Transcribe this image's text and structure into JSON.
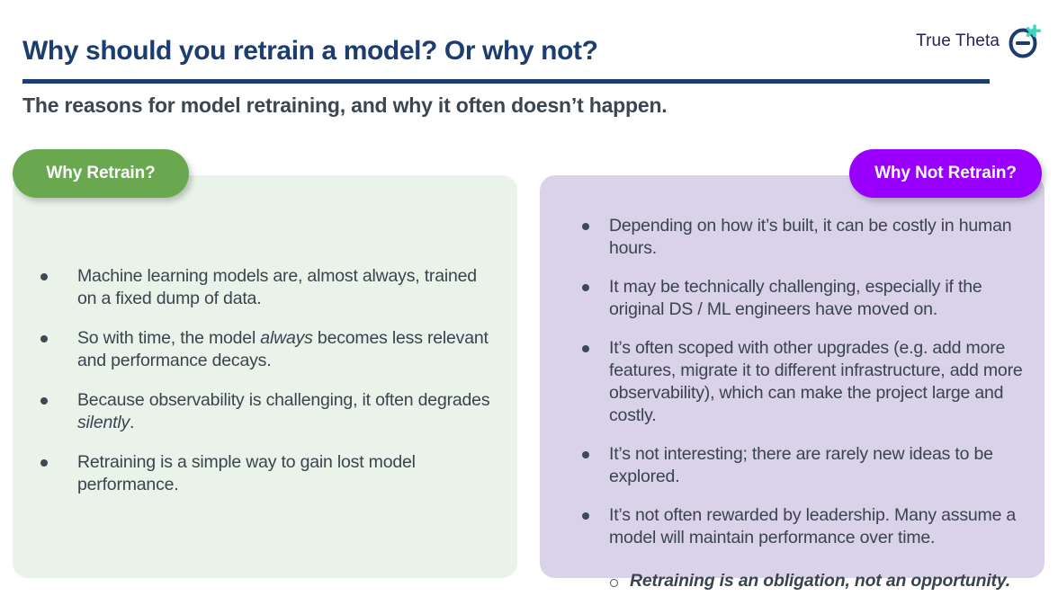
{
  "header": {
    "title": "Why should you retrain a model? Or why not?",
    "subtitle": "The reasons for model retraining, and why it often doesn’t happen.",
    "rule_color": "#1b3d70",
    "title_color": "#1b3d70",
    "subtitle_color": "#3b4651"
  },
  "logo": {
    "wordmark": "True Theta",
    "wordmark_color": "#262262",
    "mark_icon": "theta-symbol-icon",
    "mark_color": "#1b3c6e",
    "accent_icon": "asterisk-icon",
    "accent_color": "#3ad6c0"
  },
  "columns": {
    "left": {
      "badge_label": "Why Retrain?",
      "badge_color": "#6aa84f",
      "panel_color": "#e9f3e9",
      "bullets": [
        {
          "text": "Machine learning models are, almost always, trained on a fixed dump of data.",
          "html": "Machine learning models are, almost always, trained on a fixed dump of data."
        },
        {
          "text": "So with time, the model always becomes less relevant and performance decays.",
          "html": "So with time, the model <em>always</em> becomes less relevant and performance decays."
        },
        {
          "text": "Because observability is challenging, it often degrades silently.",
          "html": "Because observability is challenging, it often degrades <em>silently</em>."
        },
        {
          "text": "Retraining is a simple way to gain lost model performance.",
          "html": "Retraining is a simple way to gain lost model performance."
        }
      ]
    },
    "right": {
      "badge_label": "Why Not Retrain?",
      "badge_color": "#9900ff",
      "panel_color": "#d9d2e8",
      "bullets": [
        {
          "text": "Depending on how it’s built, it can be costly in human hours.",
          "html": "Depending on how it’s built, it can be costly in human hours.",
          "level": 1
        },
        {
          "text": "It may be technically challenging, especially if the original DS / ML engineers have moved on.",
          "html": "It may be technically challenging, especially if the original DS / ML engineers have moved on.",
          "level": 1
        },
        {
          "text": "It’s often scoped with other upgrades (e.g. add more features, migrate it to different infrastructure, add more observability), which can make the project large and costly.",
          "html": "It’s often scoped with other upgrades (e.g. add more features, migrate it to different infrastructure, add more observability), which can make the project large and costly.",
          "level": 1
        },
        {
          "text": "It’s not interesting; there are rarely new ideas to be explored.",
          "html": "It’s not interesting; there are rarely new ideas to be explored.",
          "level": 1
        },
        {
          "text": "It’s not often rewarded by leadership. Many assume a model will maintain performance over time.",
          "html": "It’s not often rewarded by leadership. Many assume a model will maintain performance over time.",
          "level": 1
        },
        {
          "text": "Retraining is an obligation, not an opportunity.",
          "html": "Retraining is an obligation, not an opportunity.",
          "level": 2
        }
      ]
    }
  }
}
